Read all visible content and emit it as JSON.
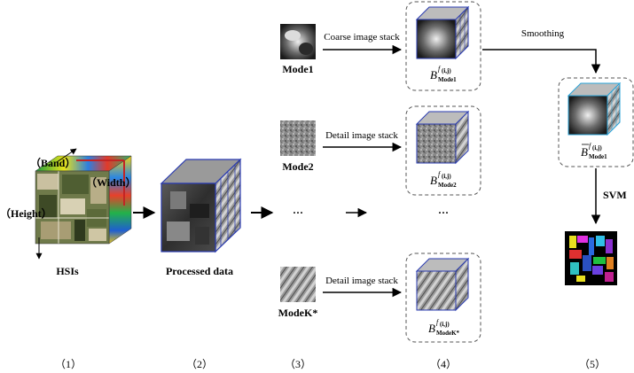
{
  "hsi": {
    "band_label": "（Band）",
    "width_label": "（Width）",
    "height_label": "（Height）",
    "caption": "HSIs"
  },
  "processed": {
    "caption": "Processed data"
  },
  "modes": {
    "mode1": "Mode1",
    "mode2": "Mode2",
    "dots": "···",
    "modek": "ModeK*"
  },
  "stacks": {
    "coarse": "Coarse image stack",
    "detail1": "Detail image stack",
    "detail2": "Detail image stack"
  },
  "cube_labels": {
    "b_main": "B",
    "sup": "f",
    "sup_idx": "(i,j)",
    "sub_mode1": "Mode1",
    "sub_mode2": "Mode2",
    "sub_modek": "ModeK*",
    "dots": "···",
    "smooth_sub": "Mode1"
  },
  "smoothing": "Smoothing",
  "svm": "SVM",
  "steps": [
    "（1）",
    "（2）",
    "（3）",
    "（4）",
    "（5）"
  ]
}
